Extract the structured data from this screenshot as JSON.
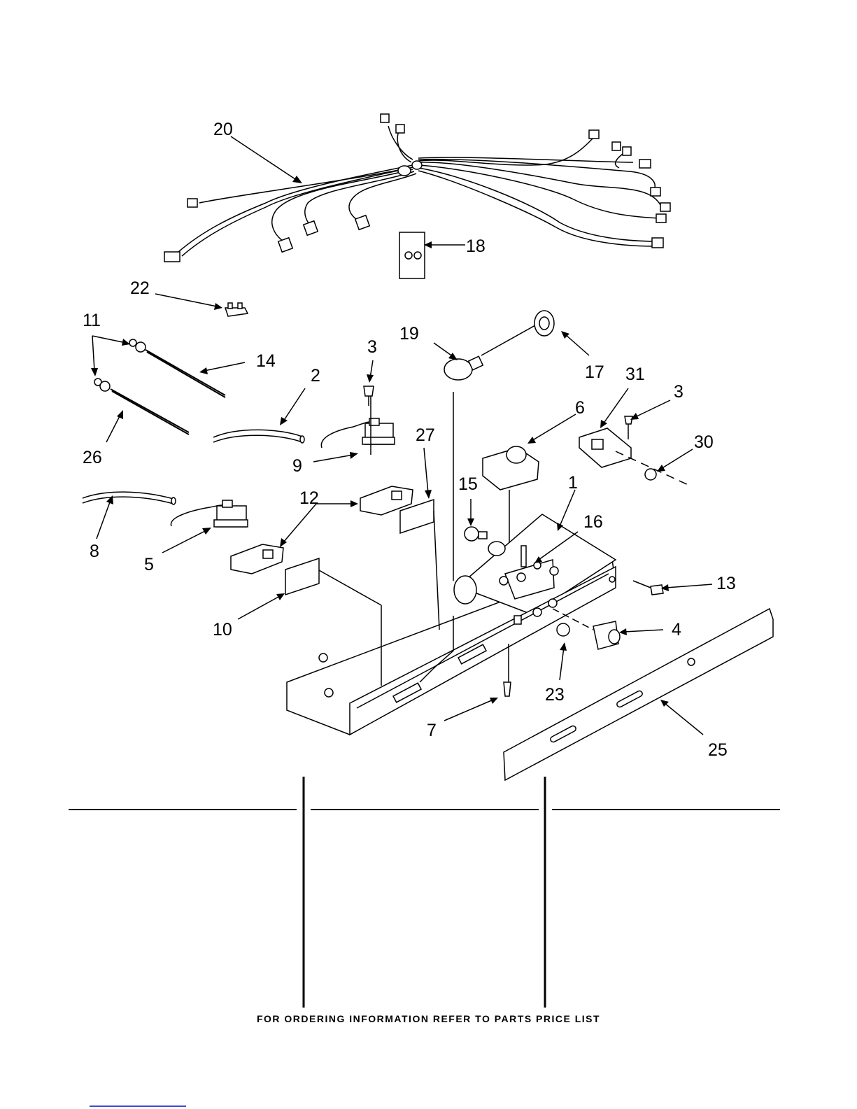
{
  "callouts": {
    "c1": "1",
    "c2": "2",
    "c3a": "3",
    "c3b": "3",
    "c4": "4",
    "c5": "5",
    "c6": "6",
    "c7": "7",
    "c8": "8",
    "c9": "9",
    "c10": "10",
    "c11": "11",
    "c12": "12",
    "c13": "13",
    "c14": "14",
    "c15": "15",
    "c16": "16",
    "c17": "17",
    "c18": "18",
    "c19": "19",
    "c20": "20",
    "c22": "22",
    "c23": "23",
    "c25": "25",
    "c26": "26",
    "c27": "27",
    "c30": "30",
    "c31": "31"
  },
  "footer": {
    "ordering_note": "FOR ORDERING INFORMATION REFER TO PARTS PRICE LIST"
  }
}
